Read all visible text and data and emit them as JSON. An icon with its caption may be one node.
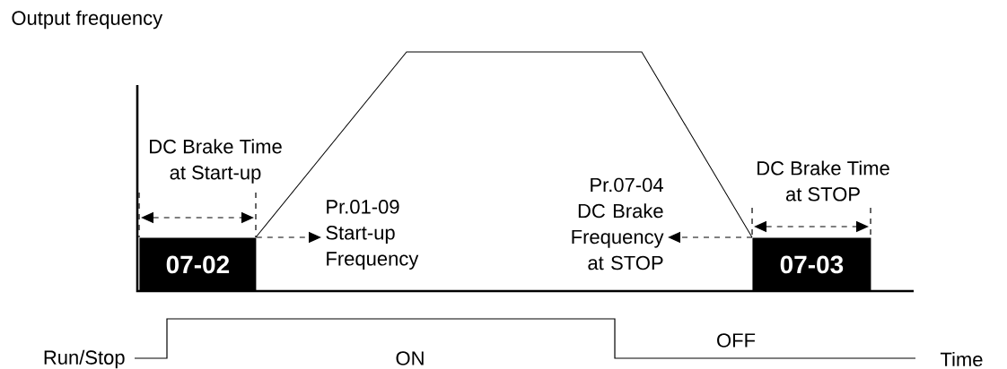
{
  "diagram": {
    "nodes": [
      {
        "text": [
          "07-02"
        ]
      },
      {
        "text": [
          "07-03"
        ]
      },
      {
        "text": [
          "Pr.01-09 Start-up Frequency"
        ]
      },
      {
        "text": [
          "Pr.07-04 DC Brake Frequency at STOP"
        ]
      }
    ],
    "edges": [
      {
        "from": 0,
        "to": 2,
        "arrow": "to",
        "style": "dashed"
      },
      {
        "from": 1,
        "to": 3,
        "arrow": "to",
        "style": "dashed"
      }
    ],
    "labels": [
      "Output frequency",
      "DC Brake Time at Start-up",
      "DC Brake Time at STOP",
      "Run/Stop",
      "ON",
      "OFF",
      "Time"
    ]
  }
}
